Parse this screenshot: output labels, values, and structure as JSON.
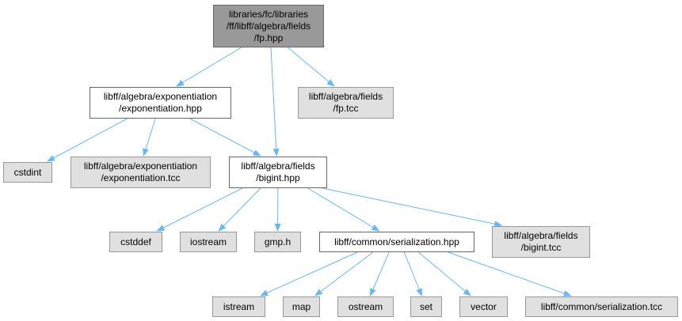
{
  "colors": {
    "edge": "#63b8ff",
    "root_fill": "#999999",
    "internal_fill": "#ffffff",
    "leaf_fill": "#e0e0e0",
    "border": "#666666",
    "leaf_border": "#999999"
  },
  "nodes": [
    {
      "id": "fp_hpp",
      "kind": "root",
      "label": "libraries/fc/libraries\n/ff/libff/algebra/fields\n/fp.hpp"
    },
    {
      "id": "exponentiation_hpp",
      "kind": "internal",
      "label": "libff/algebra/exponentiation\n/exponentiation.hpp"
    },
    {
      "id": "fp_tcc",
      "kind": "leaf",
      "label": "libff/algebra/fields\n/fp.tcc"
    },
    {
      "id": "cstdint",
      "kind": "leaf",
      "label": "cstdint"
    },
    {
      "id": "exponentiation_tcc",
      "kind": "leaf",
      "label": "libff/algebra/exponentiation\n/exponentiation.tcc"
    },
    {
      "id": "bigint_hpp",
      "kind": "internal",
      "label": "libff/algebra/fields\n/bigint.hpp"
    },
    {
      "id": "cstddef",
      "kind": "leaf",
      "label": "cstddef"
    },
    {
      "id": "iostream",
      "kind": "leaf",
      "label": "iostream"
    },
    {
      "id": "gmp_h",
      "kind": "leaf",
      "label": "gmp.h"
    },
    {
      "id": "serialization_hpp",
      "kind": "internal",
      "label": "libff/common/serialization.hpp"
    },
    {
      "id": "bigint_tcc",
      "kind": "leaf",
      "label": "libff/algebra/fields\n/bigint.tcc"
    },
    {
      "id": "istream",
      "kind": "leaf",
      "label": "istream"
    },
    {
      "id": "map",
      "kind": "leaf",
      "label": "map"
    },
    {
      "id": "ostream",
      "kind": "leaf",
      "label": "ostream"
    },
    {
      "id": "set",
      "kind": "leaf",
      "label": "set"
    },
    {
      "id": "vector",
      "kind": "leaf",
      "label": "vector"
    },
    {
      "id": "serialization_tcc",
      "kind": "leaf",
      "label": "libff/common/serialization.tcc"
    }
  ],
  "edges": [
    [
      "fp_hpp",
      "exponentiation_hpp"
    ],
    [
      "fp_hpp",
      "fp_tcc"
    ],
    [
      "fp_hpp",
      "bigint_hpp"
    ],
    [
      "exponentiation_hpp",
      "cstdint"
    ],
    [
      "exponentiation_hpp",
      "exponentiation_tcc"
    ],
    [
      "exponentiation_hpp",
      "bigint_hpp"
    ],
    [
      "bigint_hpp",
      "cstddef"
    ],
    [
      "bigint_hpp",
      "iostream"
    ],
    [
      "bigint_hpp",
      "gmp_h"
    ],
    [
      "bigint_hpp",
      "serialization_hpp"
    ],
    [
      "bigint_hpp",
      "bigint_tcc"
    ],
    [
      "serialization_hpp",
      "istream"
    ],
    [
      "serialization_hpp",
      "map"
    ],
    [
      "serialization_hpp",
      "ostream"
    ],
    [
      "serialization_hpp",
      "set"
    ],
    [
      "serialization_hpp",
      "vector"
    ],
    [
      "serialization_hpp",
      "serialization_tcc"
    ]
  ]
}
